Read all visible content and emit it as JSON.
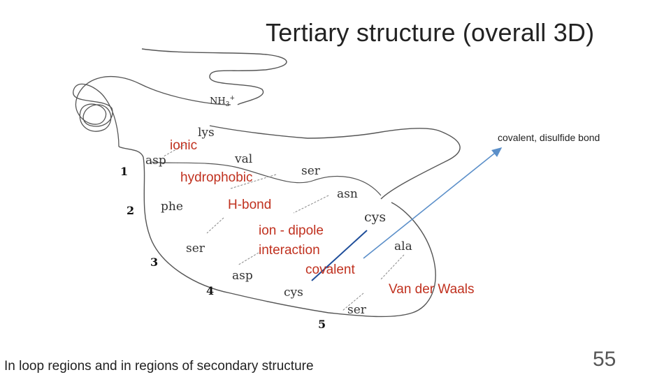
{
  "slide": {
    "title": "Tertiary structure (overall 3D)",
    "caption": "In loop regions and in regions of secondary structure",
    "page_number": "55"
  },
  "diagram": {
    "terminus": {
      "label": "NH",
      "subscript": "3",
      "superscript": "+"
    },
    "amino_acids": [
      "lys",
      "asp",
      "val",
      "ser",
      "asn",
      "phe",
      "cys",
      "ser",
      "ala",
      "asp",
      "cys",
      "ser"
    ],
    "strand_numbers": [
      "1",
      "2",
      "3",
      "4",
      "5"
    ],
    "interactions": {
      "ionic": "ionic",
      "hydrophobic": "hydrophobic",
      "h_bond": "H-bond",
      "ion_dipole_line1": "ion - dipole",
      "ion_dipole_line2": "interaction",
      "covalent": "covalent",
      "van_der_waals": "Van der Waals",
      "disulfide": "covalent, disulfide bond"
    },
    "colors": {
      "interaction_label": "#c0311f",
      "disulfide_bond": "#1f4e9a",
      "callout_arrow": "#5b8fc9",
      "backbone": "#555555",
      "dashed_link": "#888888"
    }
  }
}
